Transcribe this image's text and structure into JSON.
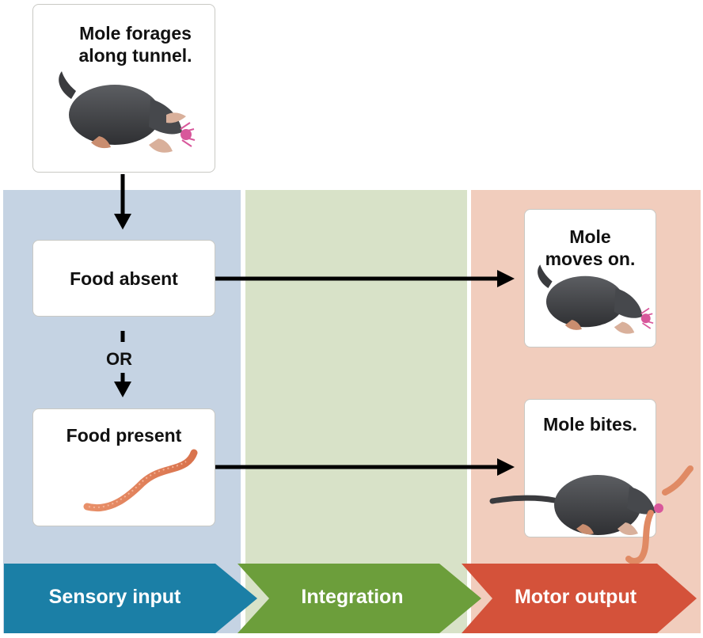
{
  "start_box": {
    "text_line1": "Mole forages",
    "text_line2": "along tunnel."
  },
  "food_absent": {
    "text": "Food absent"
  },
  "or_label": "OR",
  "food_present": {
    "text": "Food present"
  },
  "mole_moves_on": {
    "text_line1": "Mole",
    "text_line2": "moves on."
  },
  "mole_bites": {
    "text": "Mole bites."
  },
  "stages": [
    {
      "label": "Sensory input",
      "color": "#1b7fa6"
    },
    {
      "label": "Integration",
      "color": "#6c9e3b"
    },
    {
      "label": "Motor output",
      "color": "#d4523a"
    }
  ],
  "panel_colors": {
    "sensory": "#c5d3e3",
    "integration": "#d8e2c8",
    "motor": "#f1cdbd"
  }
}
